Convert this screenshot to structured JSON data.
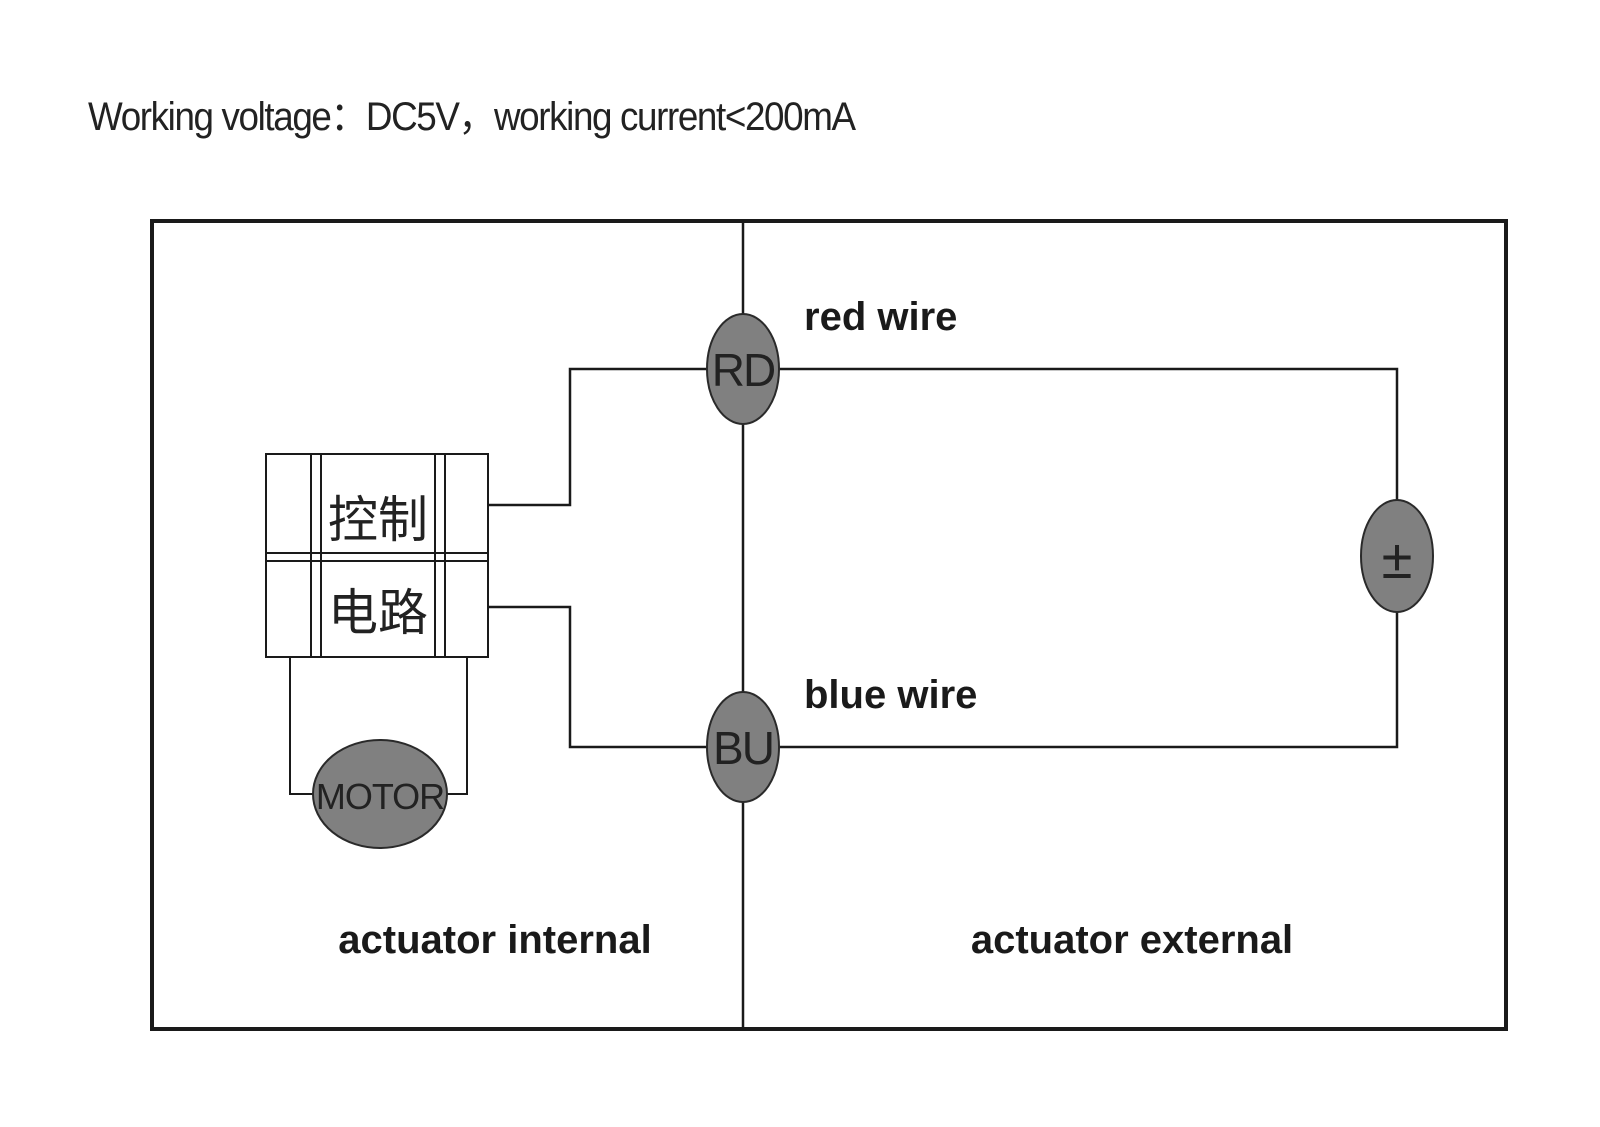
{
  "header": {
    "spec_text": "Working voltage：DC5V，working current<200mA"
  },
  "diagram": {
    "control_circuit": {
      "line1": "控制",
      "line2": "电路"
    },
    "motor_label": "MOTOR",
    "terminals": {
      "red": {
        "code": "RD",
        "label": "red wire"
      },
      "blue": {
        "code": "BU",
        "label": "blue wire"
      }
    },
    "power_symbol": "±",
    "regions": {
      "internal": "actuator internal",
      "external": "actuator external"
    },
    "colors": {
      "line": "#1a1a1a",
      "node_fill": "#808080",
      "node_stroke": "#2a2a2a",
      "background": "#ffffff"
    }
  }
}
